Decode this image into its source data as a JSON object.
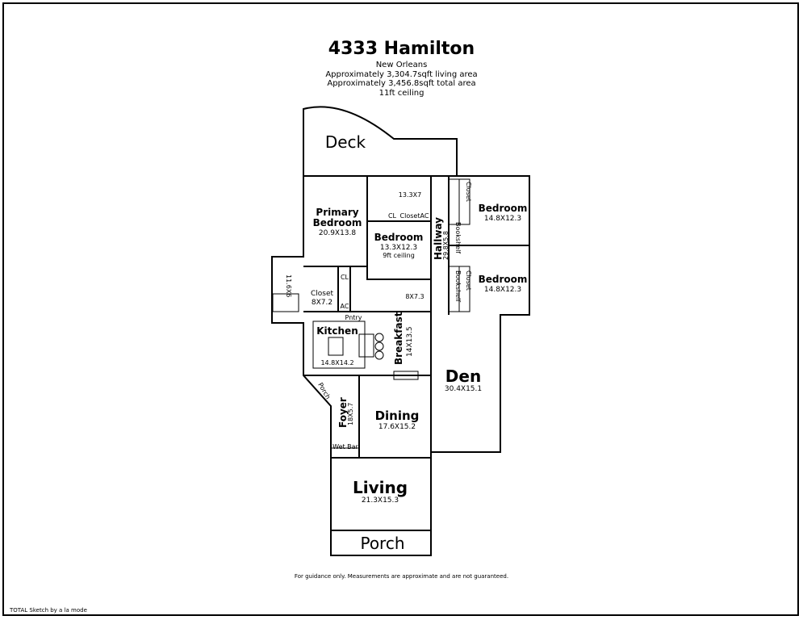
{
  "header": {
    "title": "4333 Hamilton",
    "city": "New Orleans",
    "living_area": "Approximately 3,304.7sqft living area",
    "total_area": "Approximately 3,456.8sqft total area",
    "ceiling": "11ft ceiling"
  },
  "rooms": {
    "deck": "Deck",
    "primary_bedroom_1": "Primary",
    "primary_bedroom_2": "Bedroom",
    "primary_bedroom_dim": "20.9X13.8",
    "bath_dim": "13.3X7",
    "cl_label": "CL",
    "closet_label": "Closet",
    "ac_label": "AC",
    "bedroom_center": "Bedroom",
    "bedroom_center_dim": "13.3X12.3",
    "bedroom_center_ceiling": "9ft ceiling",
    "hallway": "Hallway",
    "hallway_dim": "29.8X5.8",
    "bedroom_ne": "Bedroom",
    "bedroom_ne_dim": "14.8X12.3",
    "bedroom_e": "Bedroom",
    "bedroom_e_dim": "14.8X12.3",
    "bookshelf": "Bookshelf",
    "small_bath_dim": "11.6X6",
    "closet_main": "Closet",
    "closet_main_dim": "8X7.2",
    "half_bath_dim": "8X7.3",
    "pantry": "Pntry",
    "kitchen": "Kitchen",
    "kitchen_dim": "14.8X14.2",
    "breakfast": "Breakfast",
    "breakfast_dim": "14X13.5",
    "den": "Den",
    "den_dim": "30.4X15.1",
    "porch_side": "Porch",
    "foyer": "Foyer",
    "foyer_dim": "18X5.7",
    "dining": "Dining",
    "dining_dim": "17.6X15.2",
    "wet_bar": "Wet Bar",
    "living": "Living",
    "living_dim": "21.3X15.3",
    "porch_front": "Porch"
  },
  "footer": {
    "disclaimer": "For guidance only. Measurements are approximate and are not guaranteed.",
    "credit": "TOTAL Sketch by a la mode"
  }
}
